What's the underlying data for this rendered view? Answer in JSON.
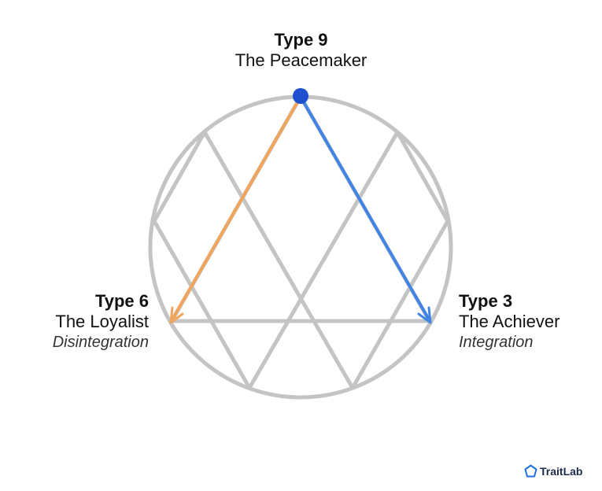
{
  "top": {
    "type_label": "Type 9",
    "name": "The Peacemaker"
  },
  "left": {
    "type_label": "Type 6",
    "name": "The Loyalist",
    "direction": "Disintegration"
  },
  "right": {
    "type_label": "Type 3",
    "name": "The Achiever",
    "direction": "Integration"
  },
  "brand": {
    "name": "TraitLab",
    "icon": "pentagon-icon",
    "color": "#1e6fe0"
  },
  "colors": {
    "figure": "#c4c4c4",
    "integration_arrow": "#4284e4",
    "disintegration_arrow": "#f1a55c",
    "origin_dot": "#1d4fcf"
  }
}
